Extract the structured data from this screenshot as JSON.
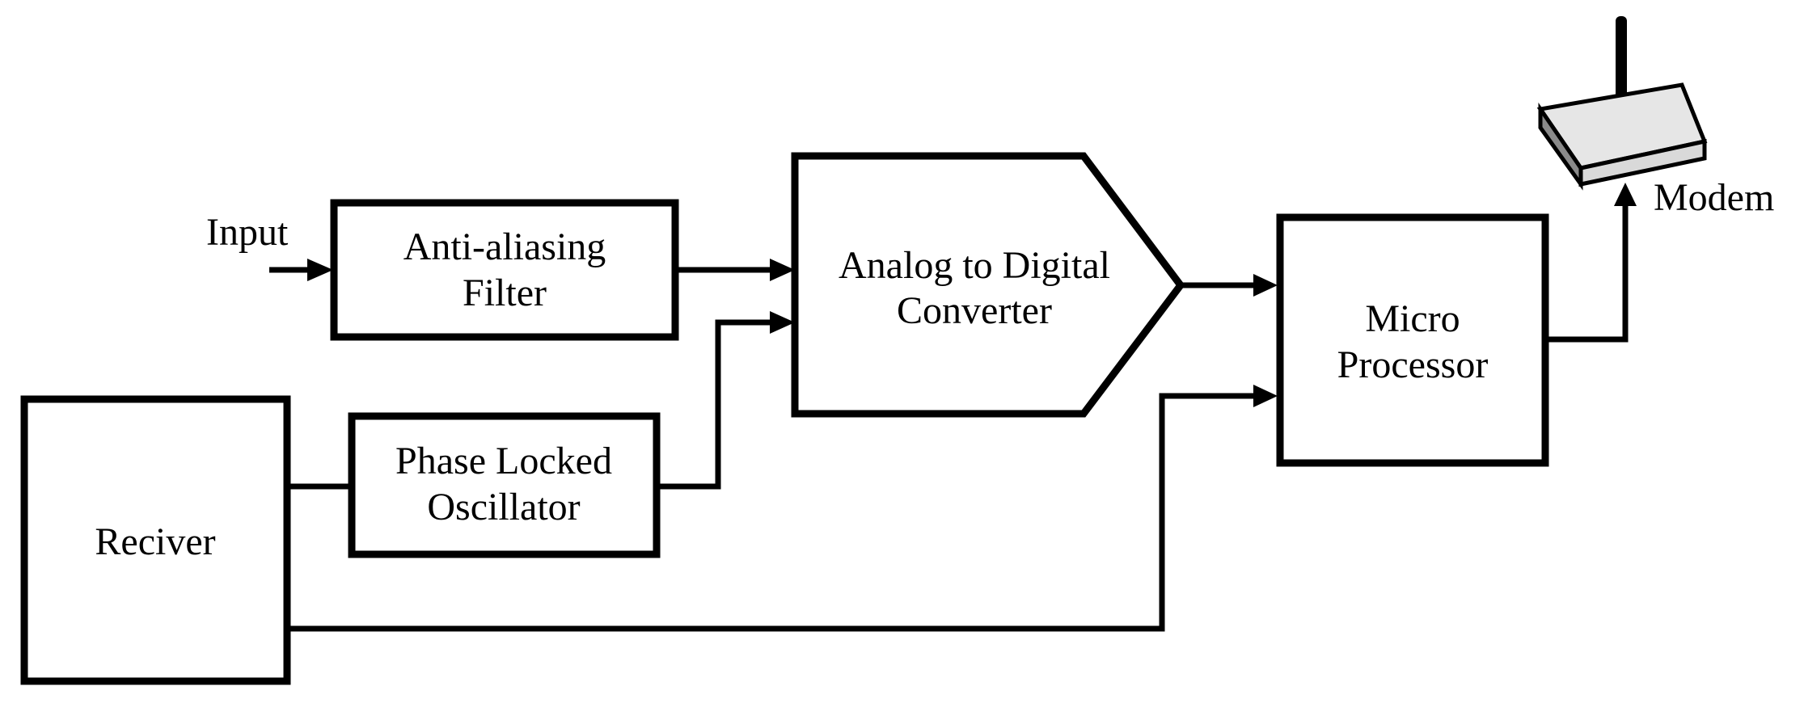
{
  "blocks": {
    "anti_aliasing_filter": {
      "line1": "Anti-aliasing",
      "line2": "Filter"
    },
    "adc": {
      "line1": "Analog to Digital",
      "line2": "Converter"
    },
    "micro_processor": {
      "line1": "Micro",
      "line2": "Processor"
    },
    "receiver": {
      "label": "Reciver"
    },
    "phase_locked_oscillator": {
      "line1": "Phase Locked",
      "line2": "Oscillator"
    }
  },
  "labels": {
    "input": "Input",
    "modem": "Modem"
  },
  "colors": {
    "stroke": "#000000",
    "background": "#ffffff",
    "modem_top": "#e6e6e6",
    "modem_side": "#8a8a8a"
  },
  "icons": {
    "modem": "wireless-router-icon"
  }
}
